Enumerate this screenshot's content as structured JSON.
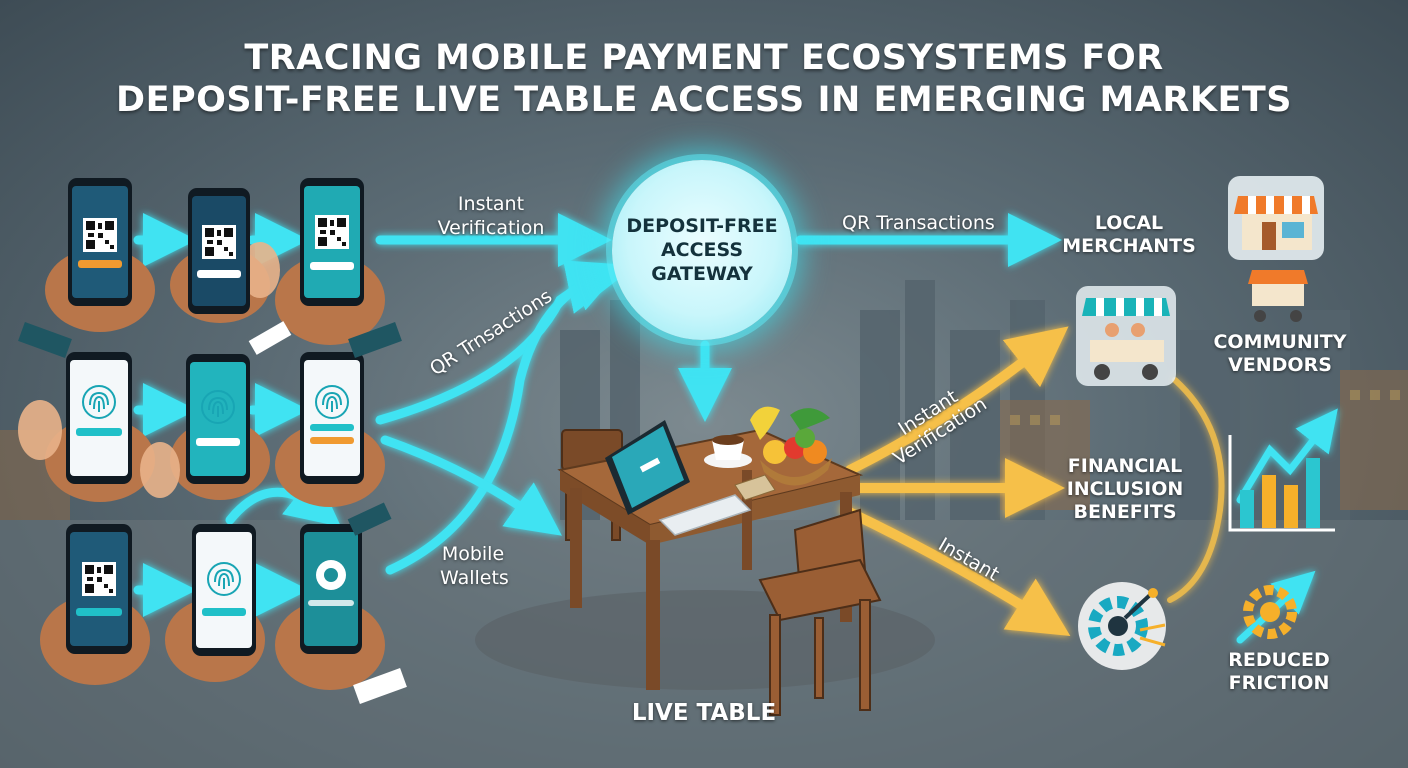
{
  "title": {
    "line1": "TRACING MOBILE PAYMENT ECOSYSTEMS FOR",
    "line2": "DEPOSIT-FREE LIVE TABLE ACCESS IN EMERGING MARKETS"
  },
  "gateway": {
    "label": "DEPOSIT-FREE ACCESS GATEWAY"
  },
  "flow_labels": {
    "instant_verification_top": "Instant Verification",
    "qr_transactions_left": "QR Trnsactions",
    "mobile_wallets": "Mobile Wallets",
    "qr_transactions_right": "QR Transactions",
    "instant_verification_right": "Instant Verification",
    "instant_bottom": "Instant"
  },
  "nodes": {
    "local_merchants": "LOCAL MERCHANTS",
    "community_vendors": "COMMUNITY VENDORS",
    "financial_inclusion": "FINANCIAL INCLUSION BENEFITS",
    "reduced_friction": "REDUCED FRICTION",
    "live_table": "LIVE TABLE"
  },
  "colors": {
    "cyan_flow": "#3fe3f2",
    "gold_flow": "#f6c04a",
    "gateway_fill": "#c9f6fb",
    "phone_teal": "#22a7b0",
    "phone_navy": "#1b4a66"
  }
}
